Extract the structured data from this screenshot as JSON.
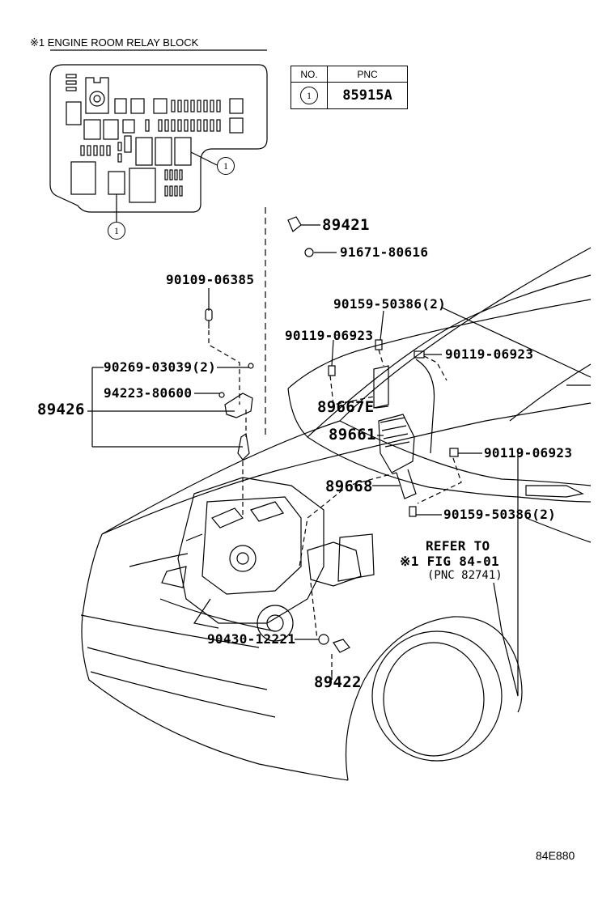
{
  "header": {
    "title": "※1  ENGINE ROOM RELAY BLOCK"
  },
  "table": {
    "col_no": "NO.",
    "col_pnc": "PNC",
    "row_no": "1",
    "row_pnc": "85915A"
  },
  "callouts": {
    "a": "1",
    "b": "1"
  },
  "parts": {
    "p89421": "89421",
    "p91671": "91671-80616",
    "p90109": "90109-06385",
    "p90159a": "90159-50386(2)",
    "p90119a": "90119-06923",
    "p90119b": "90119-06923",
    "p90269": "90269-03039(2)",
    "p94223": "94223-80600",
    "p89426": "89426",
    "p89667e": "89667E",
    "p89661": "89661",
    "p90119c": "90119-06923",
    "p89668": "89668",
    "p90159b": "90159-50386(2)",
    "p90430": "90430-12221",
    "p89422": "89422"
  },
  "refer": {
    "line1": "REFER TO",
    "line2": "※1 FIG 84-01",
    "line3": "(PNC 82741)"
  },
  "figure_code": "84E880"
}
